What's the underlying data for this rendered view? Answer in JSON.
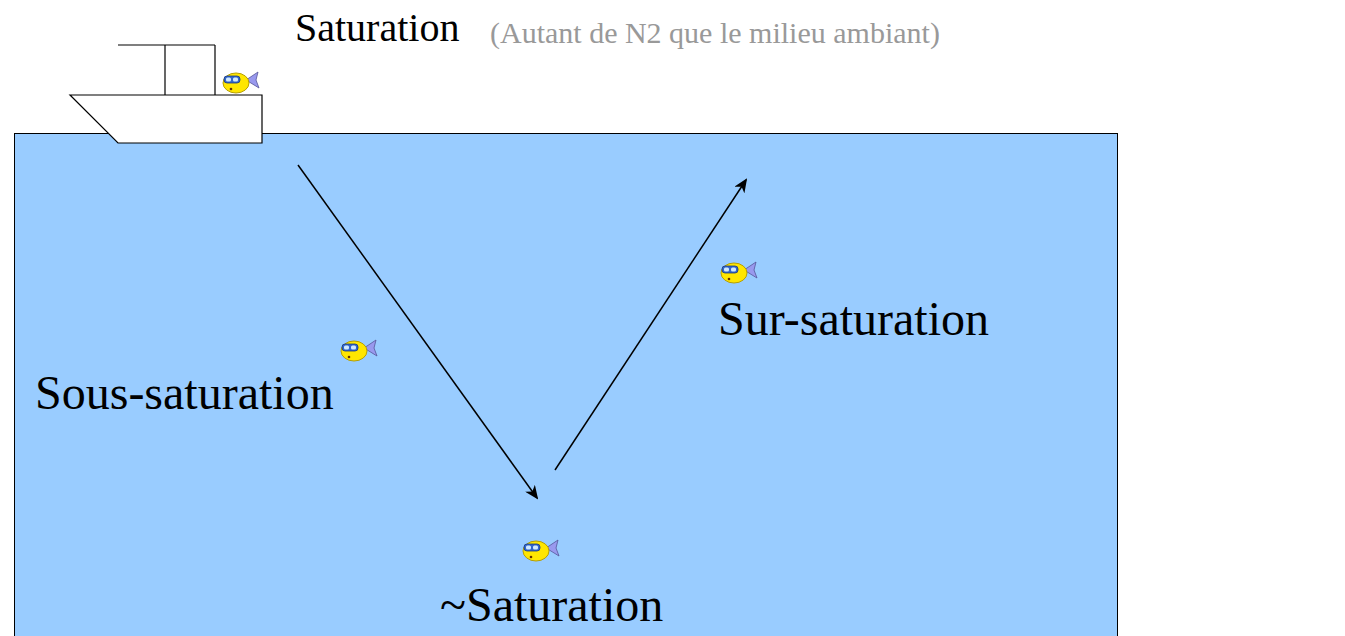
{
  "diagram": {
    "nodes": [
      {
        "text": [
          "Sous-saturation",
          "~Saturation",
          "Sur-saturation"
        ]
      }
    ],
    "labels": [
      "Saturation",
      "(Autant de N2 que le milieu ambiant)"
    ]
  }
}
